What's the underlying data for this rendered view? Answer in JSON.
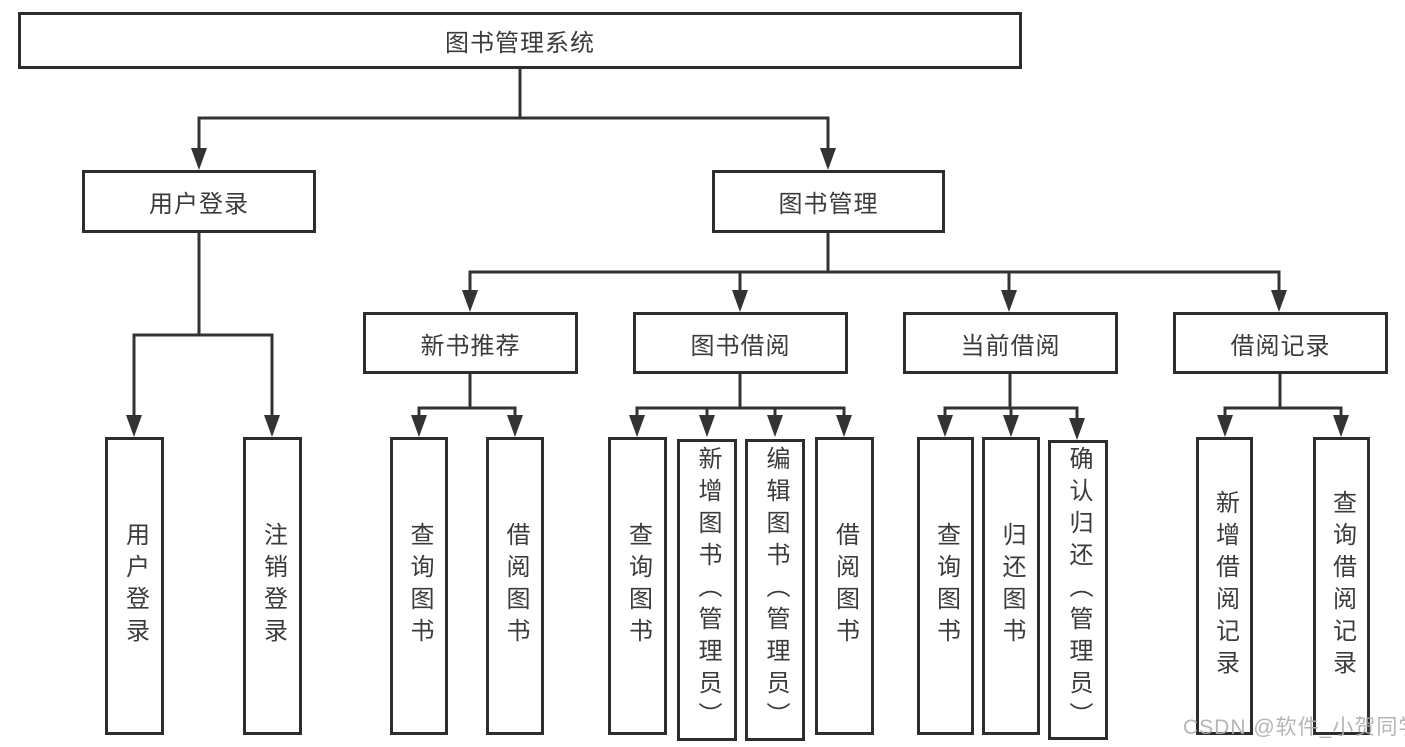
{
  "diagram": {
    "title": "图书管理系统",
    "colors": {
      "line": "#333333",
      "border": "#2d2d2d",
      "text": "#3b3b3b",
      "background": "#ffffff"
    },
    "nodes": {
      "root": {
        "label": "图书管理系统"
      },
      "user_login": {
        "label": "用户登录"
      },
      "book_mgmt": {
        "label": "图书管理"
      },
      "new_books": {
        "label": "新书推荐"
      },
      "book_borrow": {
        "label": "图书借阅"
      },
      "current_borrow": {
        "label": "当前借阅"
      },
      "borrow_records": {
        "label": "借阅记录"
      },
      "leaf_user_login": {
        "label": "用户登录"
      },
      "leaf_logout": {
        "label": "注销登录"
      },
      "leaf_nb_query": {
        "label": "查询图书"
      },
      "leaf_nb_borrow": {
        "label": "借阅图书"
      },
      "leaf_bb_query": {
        "label": "查询图书"
      },
      "leaf_bb_add": {
        "label": "新增图书（管理员）"
      },
      "leaf_bb_edit": {
        "label": "编辑图书（管理员）"
      },
      "leaf_bb_borrow": {
        "label": "借阅图书"
      },
      "leaf_cb_query": {
        "label": "查询图书"
      },
      "leaf_cb_return": {
        "label": "归还图书"
      },
      "leaf_cb_confirm": {
        "label": "确认归还（管理员）"
      },
      "leaf_br_add": {
        "label": "新增借阅记录"
      },
      "leaf_br_query": {
        "label": "查询借阅记录"
      }
    },
    "hierarchy": {
      "图书管理系统": {
        "用户登录": [
          "用户登录",
          "注销登录"
        ],
        "图书管理": {
          "新书推荐": [
            "查询图书",
            "借阅图书"
          ],
          "图书借阅": [
            "查询图书",
            "新增图书（管理员）",
            "编辑图书（管理员）",
            "借阅图书"
          ],
          "当前借阅": [
            "查询图书",
            "归还图书",
            "确认归还（管理员）"
          ],
          "借阅记录": [
            "新增借阅记录",
            "查询借阅记录"
          ]
        }
      }
    }
  },
  "watermark": {
    "text": "CSDN @软件_小贺同学",
    "color": "#afafaf"
  }
}
